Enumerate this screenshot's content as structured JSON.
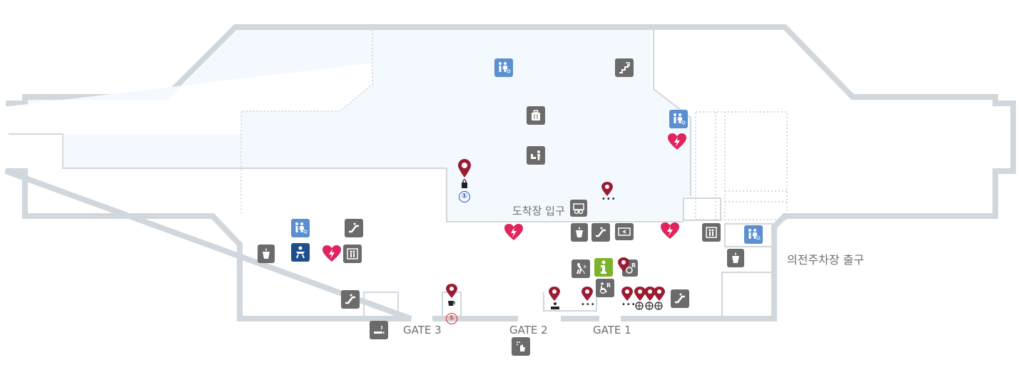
{
  "labels": {
    "arrival_entrance": "도착장 입구",
    "parking_exit": "의전주차장 출구",
    "gate3": "GATE 3",
    "gate2": "GATE 2",
    "gate1": "GATE 1"
  },
  "markers": {
    "shop_number": "①",
    "cafe_number": "①"
  },
  "colors": {
    "wall": "#d0d7dd",
    "highlight_floor": "#f3f9fe",
    "icon_gray": "#6b6b6b",
    "icon_blue": "#5b8fd1",
    "icon_navy": "#1f4e8c",
    "icon_green": "#7cb32a",
    "heart_red": "#e0245e",
    "pin_red": "#9b1c32",
    "number_blue": "#2a56b5"
  },
  "icons": [
    "restroom-icon",
    "escalator-icon",
    "baggage-icon",
    "waiting-lounge-icon",
    "defibrillator-icon",
    "shop-icon",
    "cafe-icon",
    "elevator-icon",
    "water-fountain-icon",
    "nursery-icon",
    "smoking-room-icon",
    "information-icon",
    "wheelchair-rental-icon",
    "visually-impaired-guide-icon",
    "atm-icon",
    "security-desk-icon",
    "braille-map-icon"
  ]
}
